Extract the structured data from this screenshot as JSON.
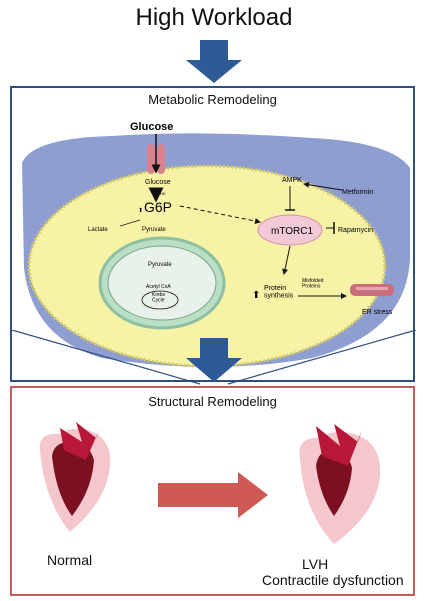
{
  "title": "High Workload",
  "top_panel": {
    "title": "Metabolic Remodeling",
    "labels": {
      "glucose_outer": "Glucose",
      "glucose_inner": "Glucose",
      "hk": "HK",
      "g6p": "G6P",
      "lactate": "Lactate",
      "pyruvate1": "Pyruvate",
      "pyruvate2": "Pyruvate",
      "acetyl": "Acetyl CoA",
      "krebs": "Krebs\nCycle",
      "ampk": "AMPK",
      "metformin": "Metformin",
      "mtorc1": "mTORC1",
      "rapamycin": "Rapamycin",
      "protein_synthesis": "Protein\nsynthesis",
      "misfolded": "Misfolded\nProteins",
      "er_stress": "ER stress"
    }
  },
  "bottom_panel": {
    "title": "Structural Remodeling",
    "normal_label": "Normal",
    "lvh_label": "LVH",
    "contractile_label": "Contractile dysfunction"
  },
  "colors": {
    "arrow_blue": "#2e5b95",
    "frame_blue": "#2f4f7f",
    "frame_red": "#c25b5b",
    "cell_yellow": "#f7f3a6",
    "membrane_blue": "#8e9ed1",
    "arrow_red": "#cf5a55"
  }
}
